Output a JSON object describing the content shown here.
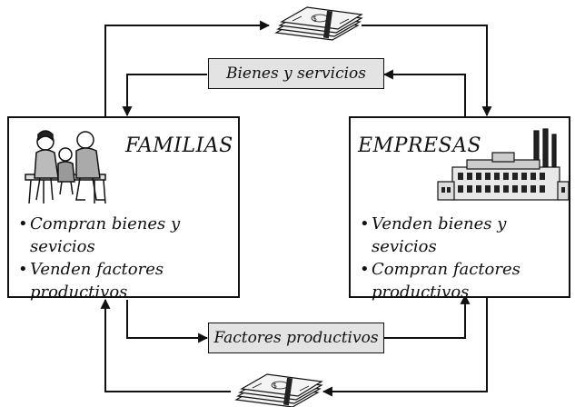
{
  "diagram": {
    "top_label": "Bienes y servicios",
    "bottom_label": "Factores productivos",
    "left": {
      "title": "FAMILIAS",
      "bullets": [
        {
          "line1": "Compran bienes y sevicios",
          "line2": ""
        },
        {
          "line1": "Venden factores",
          "line2": "productivos"
        }
      ]
    },
    "right": {
      "title": "EMPRESAS",
      "bullets": [
        {
          "line1": "Venden bienes y sevicios",
          "line2": ""
        },
        {
          "line1": "Compran factores",
          "line2": "productivos"
        }
      ]
    },
    "icons": [
      "money-stack-icon",
      "family-icon",
      "factory-icon"
    ]
  }
}
